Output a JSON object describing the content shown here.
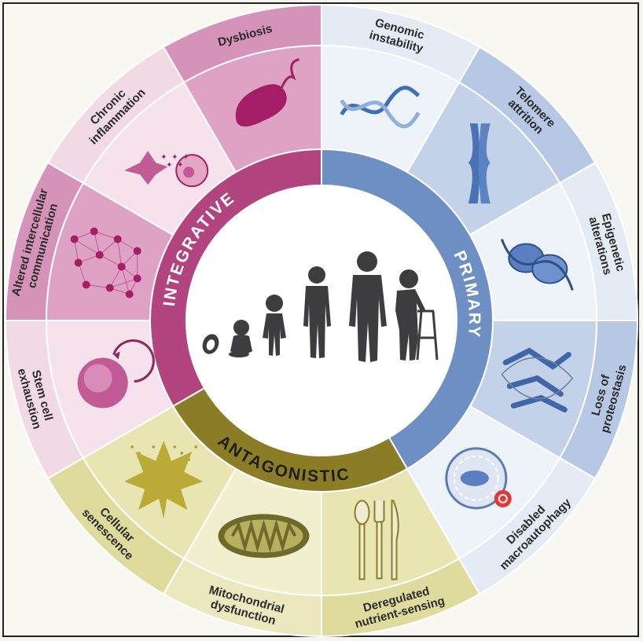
{
  "categories": {
    "primary": {
      "label": "PRIMARY",
      "color": "#6e8fc3"
    },
    "antagonistic": {
      "label": "ANTAGONISTIC",
      "color": "#8b7d26"
    },
    "integrative": {
      "label": "INTEGRATIVE",
      "color": "#b2457f"
    }
  },
  "hallmarks": [
    {
      "id": "genomic-instability",
      "lines": [
        "Genomic",
        "instability"
      ]
    },
    {
      "id": "telomere-attrition",
      "lines": [
        "Telomere",
        "attrition"
      ]
    },
    {
      "id": "epigenetic-alterations",
      "lines": [
        "Epigenetic",
        "alterations"
      ]
    },
    {
      "id": "loss-of-proteostasis",
      "lines": [
        "Loss of",
        "proteostasis"
      ]
    },
    {
      "id": "disabled-macroautophagy",
      "lines": [
        "Disabled",
        "macroautophagy"
      ]
    },
    {
      "id": "deregulated-nutrient-sensing",
      "lines": [
        "Deregulated",
        "nutrient-sensing"
      ]
    },
    {
      "id": "mitochondrial-dysfunction",
      "lines": [
        "Mitochondrial",
        "dysfunction"
      ]
    },
    {
      "id": "cellular-senescence",
      "lines": [
        "Cellular",
        "senescence"
      ]
    },
    {
      "id": "stem-cell-exhaustion",
      "lines": [
        "Stem cell",
        "exhaustion"
      ]
    },
    {
      "id": "altered-intercellular-communication",
      "lines": [
        "Altered intercellular",
        "communication"
      ]
    },
    {
      "id": "chronic-inflammation",
      "lines": [
        "Chronic",
        "inflammation"
      ]
    },
    {
      "id": "dysbiosis",
      "lines": [
        "Dysbiosis"
      ]
    }
  ],
  "colors": {
    "primary_outer_a": "#e4ebf5",
    "primary_outer_b": "#b6c8e3",
    "primary_inner_a": "#eef2f9",
    "primary_inner_b": "#c3d2e9",
    "antag_outer_a": "#dfdb9c",
    "antag_outer_b": "#ebe8c0",
    "antag_inner_a": "#e8e5b3",
    "antag_inner_b": "#f2efcf",
    "integ_outer_a": "#f2d9e6",
    "integ_outer_b": "#d693b9",
    "integ_inner_a": "#f5e2ec",
    "integ_inner_b": "#dea3c4",
    "silhouette": "#3d3d3f"
  }
}
